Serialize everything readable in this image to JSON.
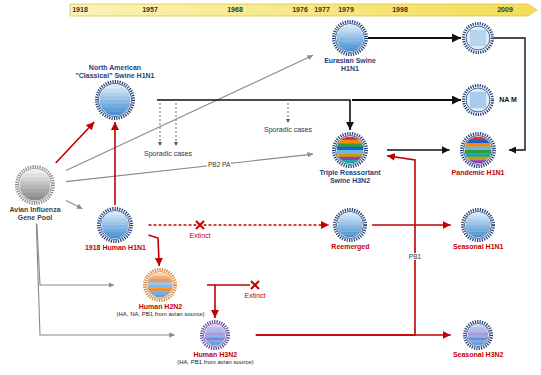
{
  "diagram": {
    "nodes": [
      {
        "text": [
          "Eurasian Swine H1N1"
        ]
      },
      {
        "text": [
          "North American \"Classical\" Swine H1N1"
        ]
      },
      {
        "text": [
          "Avian Influenza Gene Pool"
        ]
      },
      {
        "text": [
          "Triple Reassortant Swine H3N2"
        ]
      },
      {
        "text": [
          "Pandemic H1N1"
        ]
      },
      {
        "text": [
          "1918 Human H1N1"
        ]
      },
      {
        "text": [
          "Reemerged"
        ]
      },
      {
        "text": [
          "Seasonal H1N1"
        ]
      },
      {
        "text": [
          "Human H2N2",
          "(HA, NA, PB1 from avian source)"
        ]
      },
      {
        "text": [
          "Human H3N2",
          "(HA, PB1 from avian source)"
        ]
      },
      {
        "text": [
          "Seasonal H3N2"
        ]
      }
    ],
    "edges": [
      {
        "from": 2,
        "to": 1,
        "arrow": "to"
      },
      {
        "from": 2,
        "to": 0,
        "arrow": "to"
      },
      {
        "from": 2,
        "to": 3,
        "arrow": "to",
        "label": "PB2 PA"
      },
      {
        "from": 2,
        "to": 5,
        "arrow": "to"
      },
      {
        "from": 2,
        "to": 8,
        "arrow": "to"
      },
      {
        "from": 2,
        "to": 9,
        "arrow": "to"
      },
      {
        "from": 5,
        "to": 1,
        "arrow": "to"
      },
      {
        "from": 5,
        "to": 6,
        "arrow": "to"
      },
      {
        "from": 5,
        "to": 8,
        "arrow": "to"
      },
      {
        "from": 8,
        "to": 9,
        "arrow": "to"
      },
      {
        "from": 3,
        "to": 4,
        "arrow": "to"
      },
      {
        "from": 6,
        "to": 7,
        "arrow": "to"
      },
      {
        "from": 9,
        "to": 10,
        "arrow": "to"
      },
      {
        "from": 9,
        "to": 3,
        "arrow": "to",
        "label": "PB1"
      },
      {
        "from": 1,
        "to": 3,
        "arrow": "to"
      }
    ],
    "labels": [
      "1918",
      "1957",
      "1968",
      "1976",
      "1977",
      "1979",
      "1998",
      "2009",
      "Sporadic cases",
      "Sporadic cases",
      "Extinct",
      "Extinct",
      "NA M"
    ]
  }
}
